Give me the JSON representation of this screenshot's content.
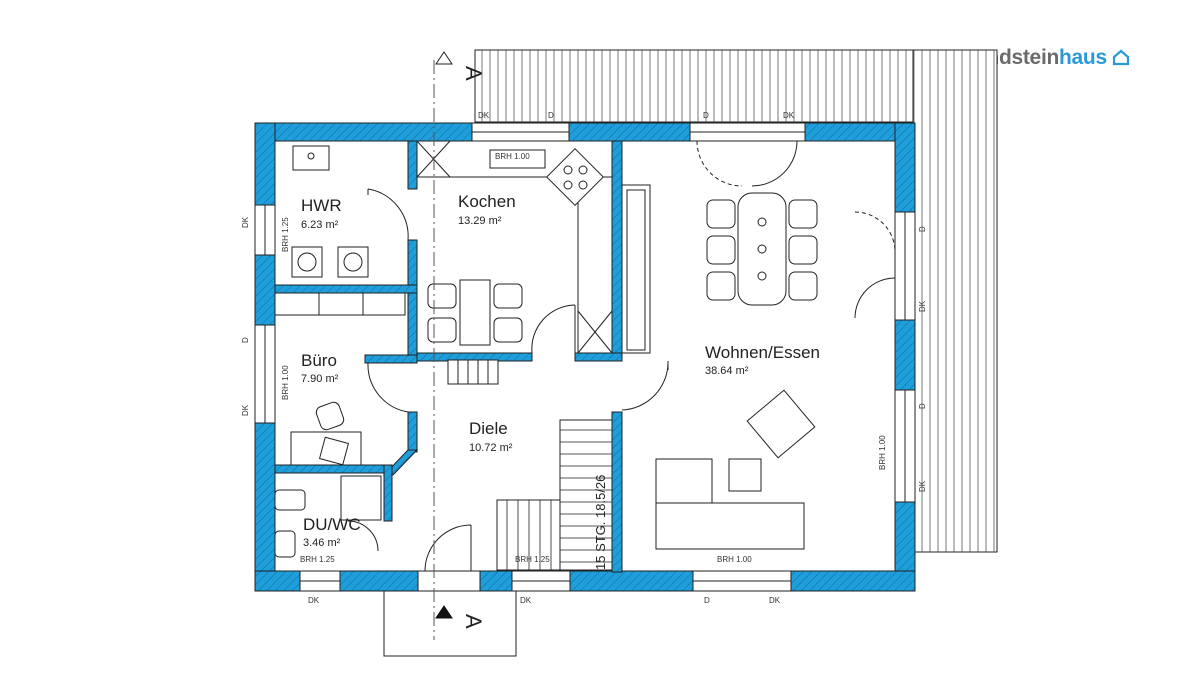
{
  "brand": {
    "name_part1": "Grundstein",
    "name_part2": "haus",
    "icon": "house-icon",
    "color_gray": "#6b6b6b",
    "color_blue": "#2a9ad6"
  },
  "colors": {
    "wall": "#1f9fd9",
    "wall_hatch": "#1565a8",
    "line": "#222222"
  },
  "section_marker": {
    "label": "A"
  },
  "rooms": {
    "hwr": {
      "name": "HWR",
      "area": "6.23 m²"
    },
    "kochen": {
      "name": "Kochen",
      "area": "13.29 m²"
    },
    "buero": {
      "name": "Büro",
      "area": "7.90 m²"
    },
    "diele": {
      "name": "Diele",
      "area": "10.72 m²"
    },
    "duwc": {
      "name": "DU/WC",
      "area": "3.46 m²"
    },
    "wohnen": {
      "name": "Wohnen/Essen",
      "area": "38.64 m²"
    }
  },
  "stairs": {
    "label": "15 STG. 18.5/26"
  },
  "window_labels": {
    "dk": "DK",
    "d": "D",
    "brh_100": "BRH 1.00",
    "brh_125": "BRH 1.25"
  }
}
